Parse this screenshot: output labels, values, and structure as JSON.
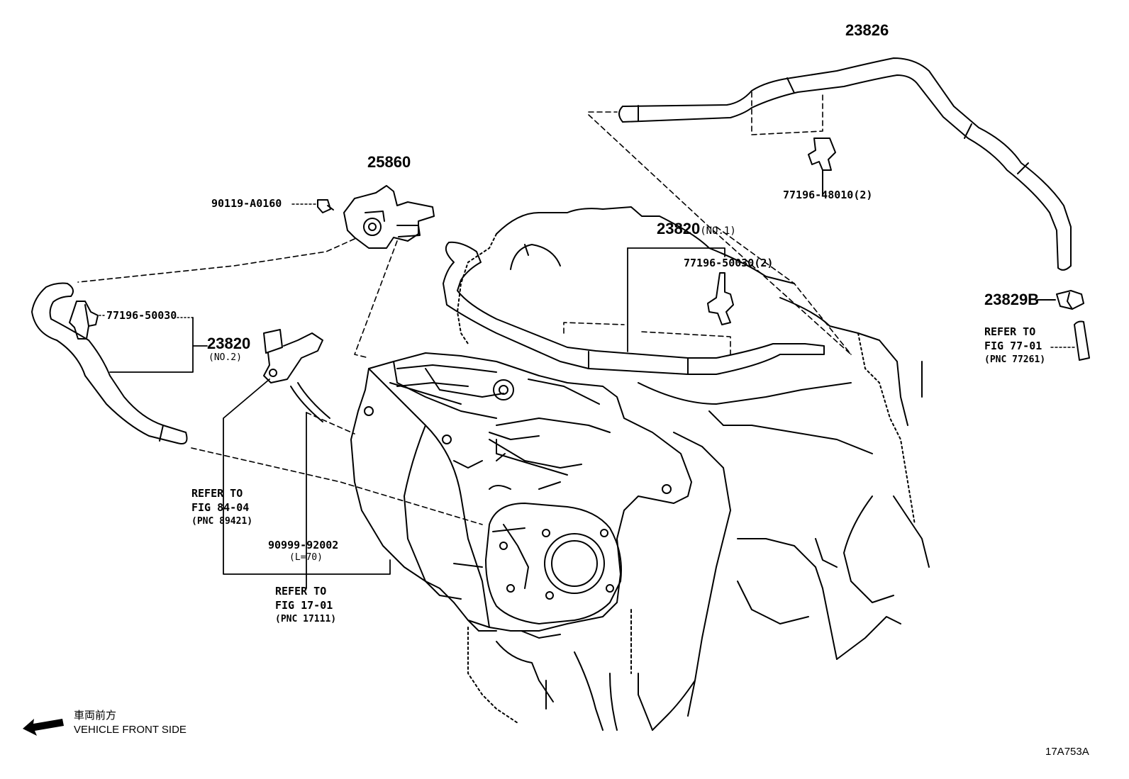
{
  "diagram": {
    "parts": {
      "p23826": "23826",
      "p25860": "25860",
      "p90119": "90119-A0160",
      "p77196_48010": "77196-48010(2)",
      "p23820_no1": "23820",
      "p23820_no1_suffix": "(NO.1)",
      "p77196_50030_2": "77196-50030(2)",
      "p23829b": "23829B",
      "p77196_50030": "77196-50030",
      "p23820_no2": "23820",
      "p23820_no2_suffix": "(NO.2)",
      "p90999": "90999-92002",
      "p90999_len": "(L=70)"
    },
    "refs": {
      "fig77": {
        "line1": "REFER TO",
        "line2": "FIG 77-01",
        "line3": "(PNC 77261)"
      },
      "fig84": {
        "line1": "REFER TO",
        "line2": "FIG 84-04",
        "line3": "(PNC 89421)"
      },
      "fig17": {
        "line1": "REFER TO",
        "line2": "FIG 17-01",
        "line3": "(PNC 17111)"
      }
    },
    "front": {
      "jp": "車両前方",
      "en": "VEHICLE FRONT SIDE"
    },
    "figure_code": "17A753A"
  }
}
